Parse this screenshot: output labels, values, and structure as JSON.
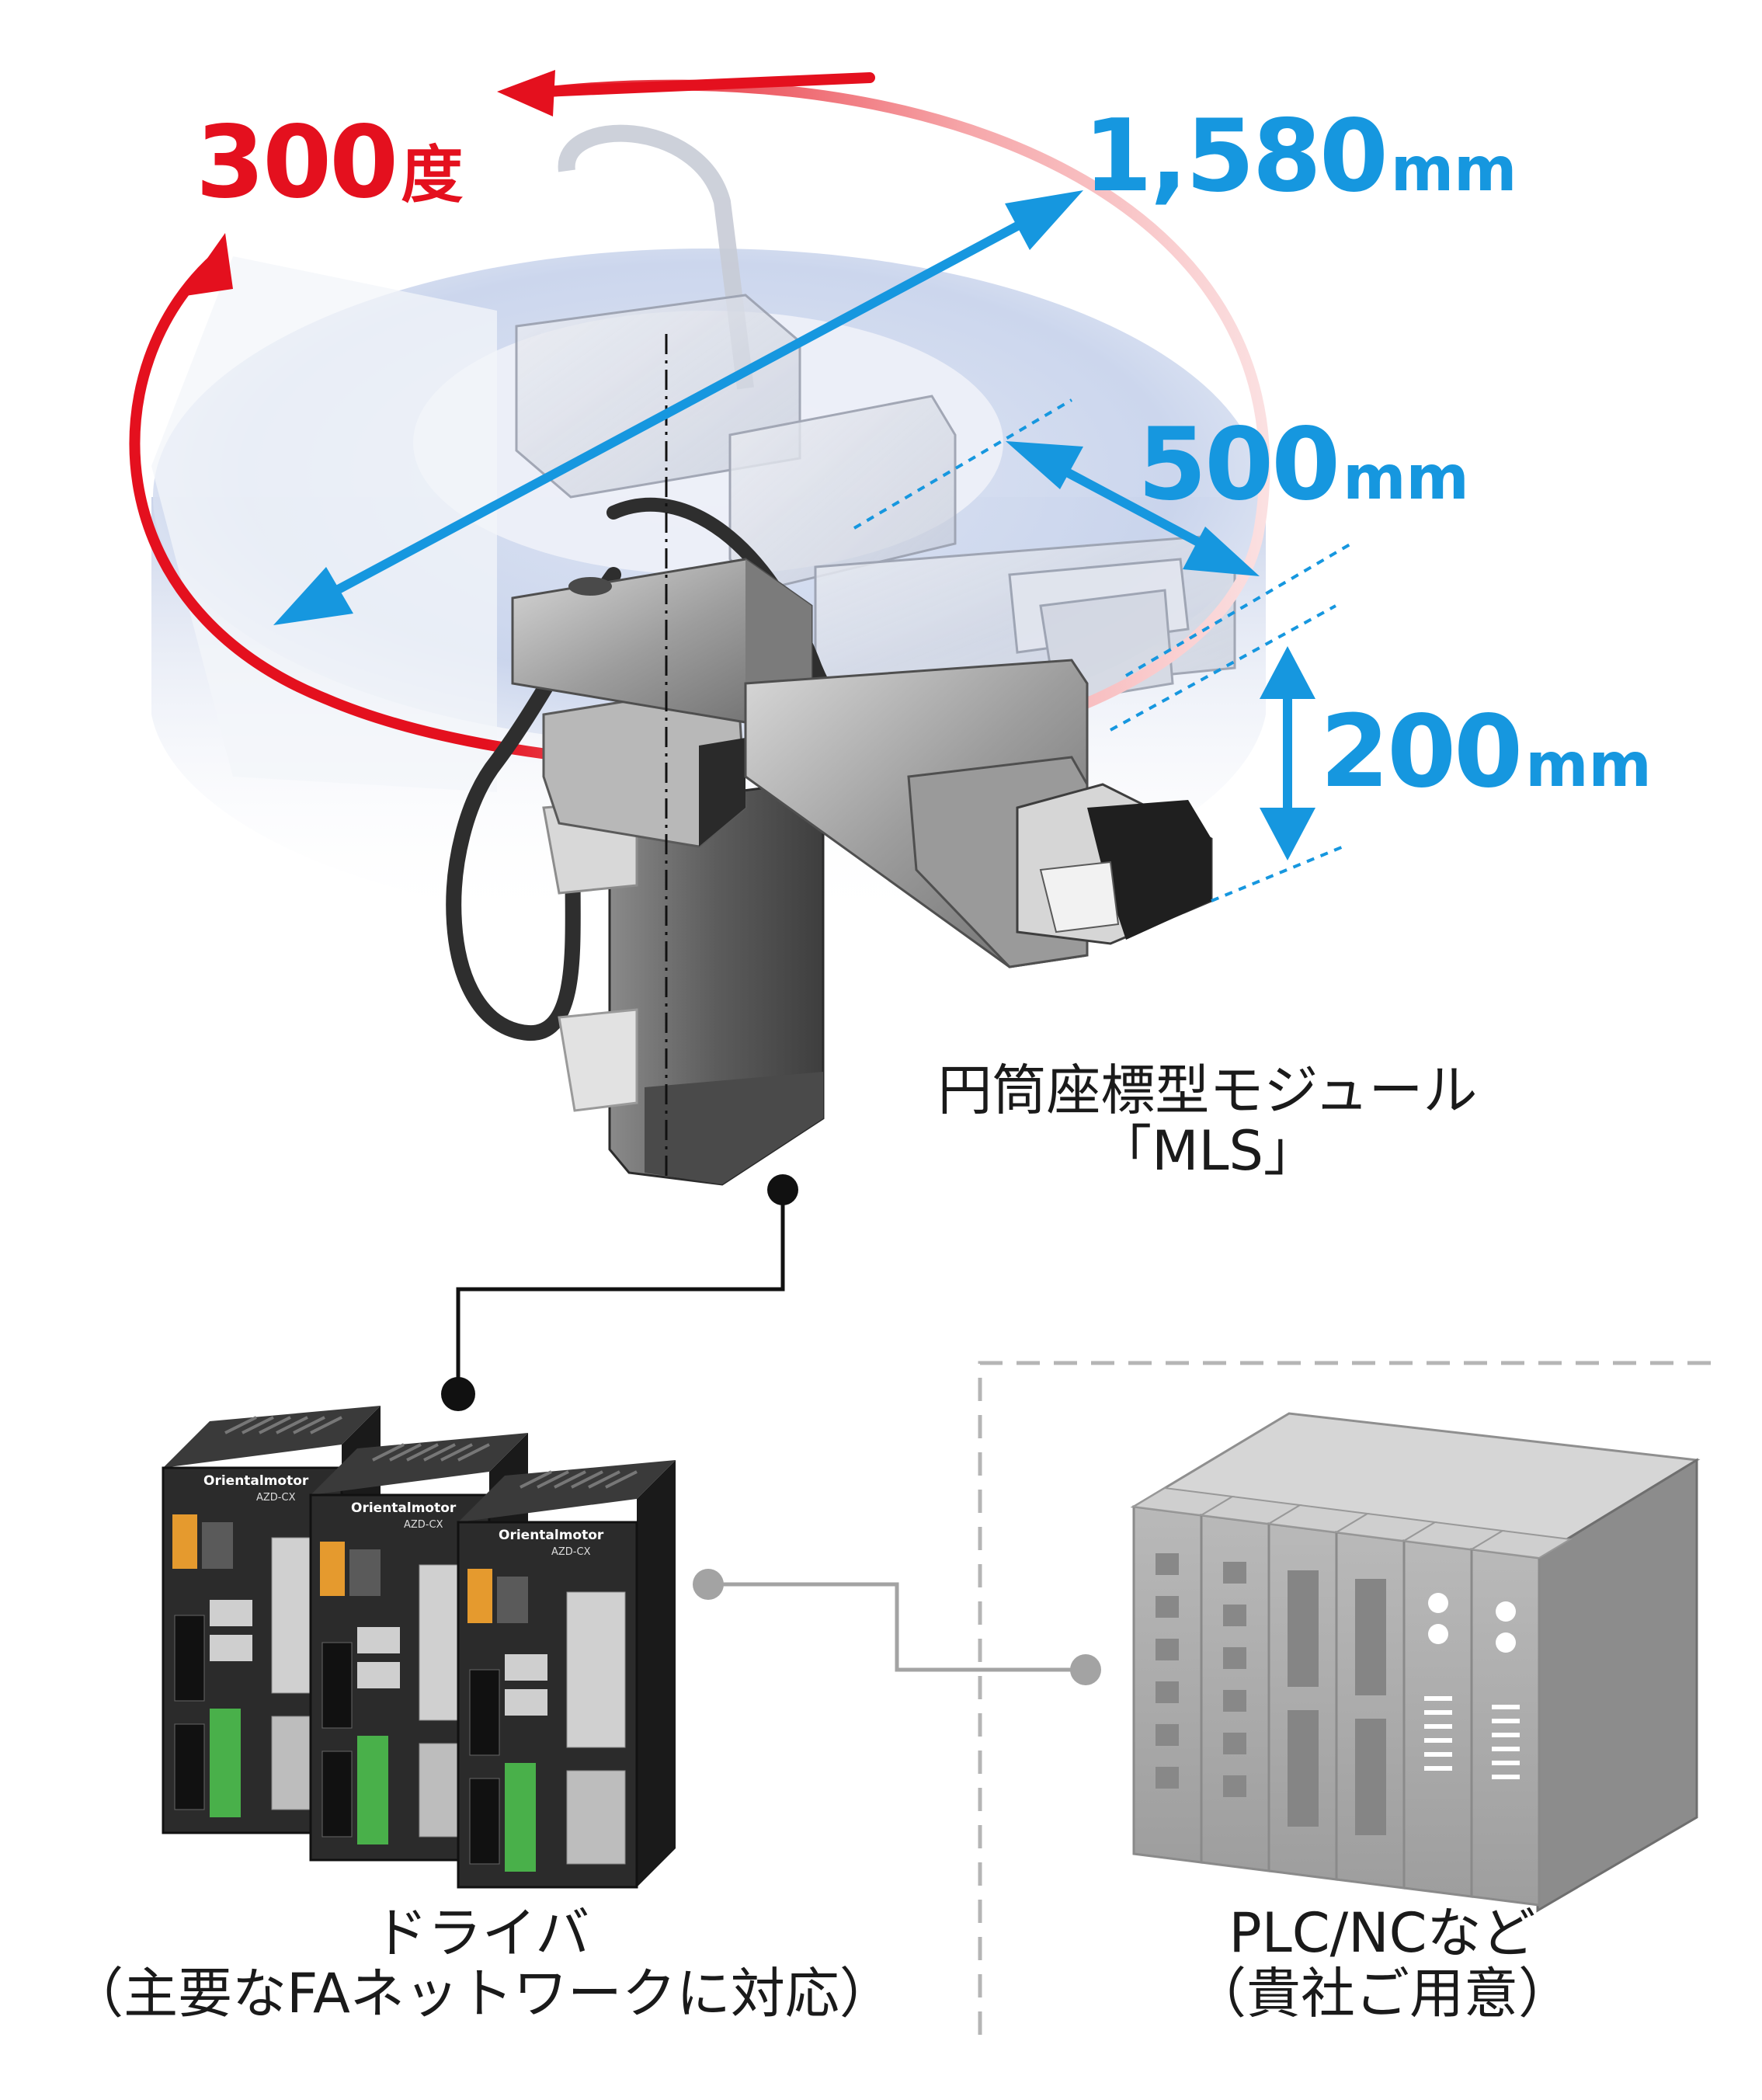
{
  "dimensions": {
    "rotation": {
      "value": "300",
      "unit": "度",
      "color": "#e4101e"
    },
    "reach": {
      "value": "1,580",
      "unit": "mm",
      "color": "#1697df"
    },
    "stroke_horizontal": {
      "value": "500",
      "unit": "mm",
      "color": "#1697df"
    },
    "stroke_vertical": {
      "value": "200",
      "unit": "mm",
      "color": "#1697df"
    }
  },
  "labels": {
    "module_line1": "円筒座標型モジュール",
    "module_line2": "「MLS」",
    "driver_line1": "ドライバ",
    "driver_line2": "（主要なFAネットワークに対応）",
    "plc_line1": "PLC/NCなど",
    "plc_line2": "（貴社ご用意）",
    "driver_brand": "Orientalmotor",
    "driver_model": "AZD-CX"
  },
  "colors": {
    "dimension_blue": "#1697df",
    "rotation_red": "#e4101e",
    "work_area": "#cdd7ec",
    "plc_gray": "#a8a8a8",
    "driver_body": "#2b2b2b",
    "connector_green": "#49b04a",
    "connector_orange": "#e59a2e"
  }
}
